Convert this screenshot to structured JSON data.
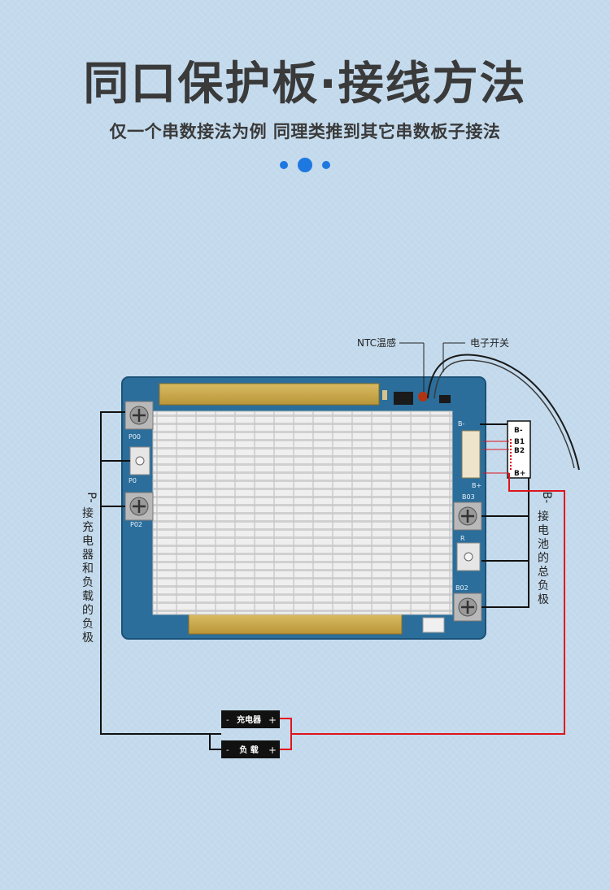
{
  "header": {
    "title": "同口保护板·接线方法",
    "subtitle": "仅一个串数接法为例 同理类推到其它串数板子接法"
  },
  "labels": {
    "ntc": "NTC温感",
    "switch": "电子开关",
    "p_minus_vertical": [
      "P-",
      "接",
      "充",
      "电",
      "器",
      "和",
      "负",
      "载",
      "的",
      "负",
      "极"
    ],
    "b_minus_vertical": [
      "B-",
      "接",
      "电",
      "池",
      "的",
      "总",
      "负",
      "极"
    ],
    "battery_taps": [
      "B-",
      "B1",
      "B2",
      "B+"
    ],
    "charger": "充电器",
    "load": "负 载",
    "minus": "-",
    "plus": "+"
  },
  "board_silk": {
    "p00": "P00",
    "p0": "P0",
    "p02": "P02",
    "b03": "B03",
    "b02": "B02",
    "b_minus": "B-",
    "b0": "B+",
    "r": "R"
  },
  "colors": {
    "accent": "#1d78e0",
    "board": "#2b6e9b",
    "wire_black": "#111111",
    "wire_red": "#e0141c"
  }
}
